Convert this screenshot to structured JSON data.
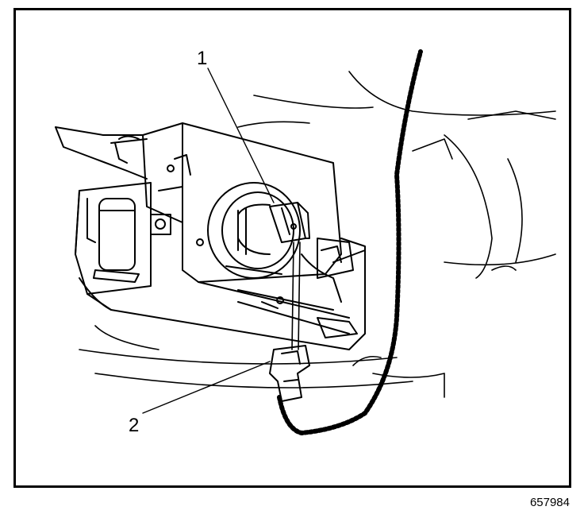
{
  "figure": {
    "callouts": [
      {
        "id": "callout-1",
        "label": "1"
      },
      {
        "id": "callout-2",
        "label": "2"
      }
    ],
    "figure_number": "657984"
  },
  "colors": {
    "ink": "#000000",
    "paper": "#ffffff"
  }
}
